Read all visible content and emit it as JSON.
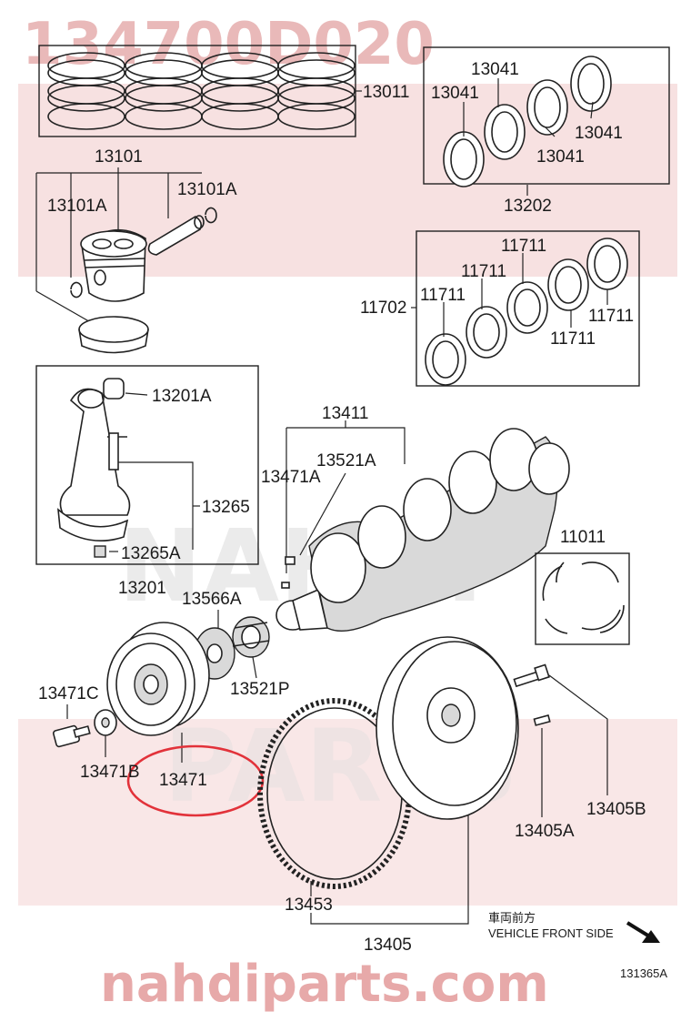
{
  "watermarks": {
    "part_number": "134700D020",
    "brand_a": "NAHDI",
    "brand_b": "PARTS",
    "site": "nahdiparts.com"
  },
  "labels": {
    "p13011": "13011",
    "p13041_a": "13041",
    "p13041_b": "13041",
    "p13041_c": "13041",
    "p13041_d": "13041",
    "p13202": "13202",
    "p13101": "13101",
    "p13101a_left": "13101A",
    "p13101a_right": "13101A",
    "p11711_a": "11711",
    "p11711_b": "11711",
    "p11711_c": "11711",
    "p11711_d": "11711",
    "p11711_e": "11711",
    "p11702": "11702",
    "p13201a": "13201A",
    "p13265": "13265",
    "p13265a": "13265A",
    "p13201": "13201",
    "p13411": "13411",
    "p13521a": "13521A",
    "p13471a": "13471A",
    "p11011": "11011",
    "p13566a": "13566A",
    "p13521p": "13521P",
    "p13471c": "13471C",
    "p13471b": "13471B",
    "p13471": "13471",
    "p13405b": "13405B",
    "p13405a": "13405A",
    "p13453": "13453",
    "p13405": "13405",
    "direction_jp": "車両前方",
    "direction_en": "VEHICLE FRONT SIDE",
    "figure_code": "131365A"
  },
  "colors": {
    "highlight": "#e2323a",
    "watermark_red": "#e7a9a9",
    "line": "#222222"
  },
  "highlighted_part": "13471"
}
